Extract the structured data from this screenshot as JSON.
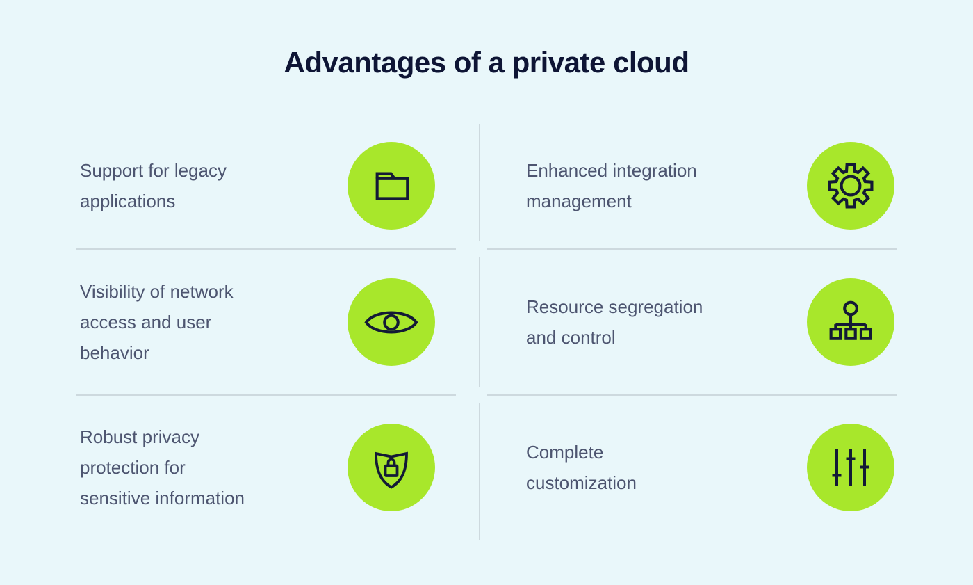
{
  "title": "Advantages of a private cloud",
  "colors": {
    "background": "#e9f7fa",
    "accent_green": "#a8e72b",
    "icon_stroke": "#131a36",
    "title_text": "#0e1535",
    "body_text": "#4d5570",
    "divider": "#cdd9de"
  },
  "advantages": [
    {
      "label": "Support for legacy\napplications",
      "icon": "folder-icon"
    },
    {
      "label": "Enhanced integration\nmanagement",
      "icon": "gear-icon"
    },
    {
      "label": "Visibility of network\naccess and user\nbehavior",
      "icon": "eye-icon"
    },
    {
      "label": "Resource segregation\nand control",
      "icon": "org-hierarchy-icon"
    },
    {
      "label": "Robust privacy\nprotection for\nsensitive information",
      "icon": "shield-lock-icon"
    },
    {
      "label": "Complete\ncustomization",
      "icon": "sliders-icon"
    }
  ]
}
